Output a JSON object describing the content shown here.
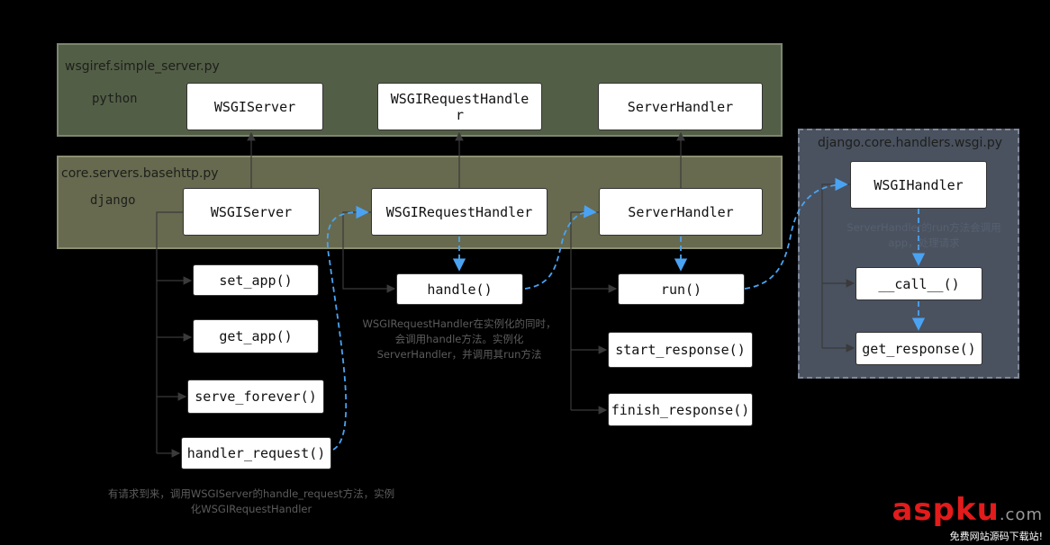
{
  "panels": {
    "python": {
      "title": "wsgiref.simple_server.py",
      "label": "python"
    },
    "django": {
      "title": "core.servers.basehttp.py",
      "label": "django"
    },
    "wsgi": {
      "title": "django.core.handlers.wsgi.py"
    }
  },
  "nodes": {
    "py_wsgiserver": "WSGIServer",
    "py_requesthandler": "WSGIRequestHandle r",
    "py_serverhandler": "ServerHandler",
    "dj_wsgiserver": "WSGIServer",
    "dj_requesthandler": "WSGIRequestHandler",
    "dj_serverhandler": "ServerHandler",
    "wsgihandler": "WSGIHandler",
    "set_app": "set_app()",
    "get_app": "get_app()",
    "serve_forever": "serve_forever()",
    "handler_request": "handler_request()",
    "handle": "handle()",
    "run": "run()",
    "start_response": "start_response()",
    "finish_response": "finish_response()",
    "call": "__call__()",
    "get_response": "get_response()"
  },
  "notes": {
    "handle_note": "WSGIRequestHandler在实例化的同时，会调用handle方法。实例化ServerHandler，并调用其run方法",
    "request_note": "有请求到来，调用WSGIServer的handle_request方法，实例化WSGIRequestHandler",
    "wsgi_note": "ServerHandler的run方法会调用app，处理请求"
  },
  "watermark": {
    "brand": "aspku",
    "tld": ".com",
    "tagline": "免费网站源码下载站!"
  },
  "colors": {
    "background": "#000000",
    "python_panel": "#535e47",
    "django_panel": "#676a4f",
    "wsgi_panel": "#4a5260",
    "arrow": "#3a3a3a",
    "flow_arrow": "#4aa3f2"
  }
}
